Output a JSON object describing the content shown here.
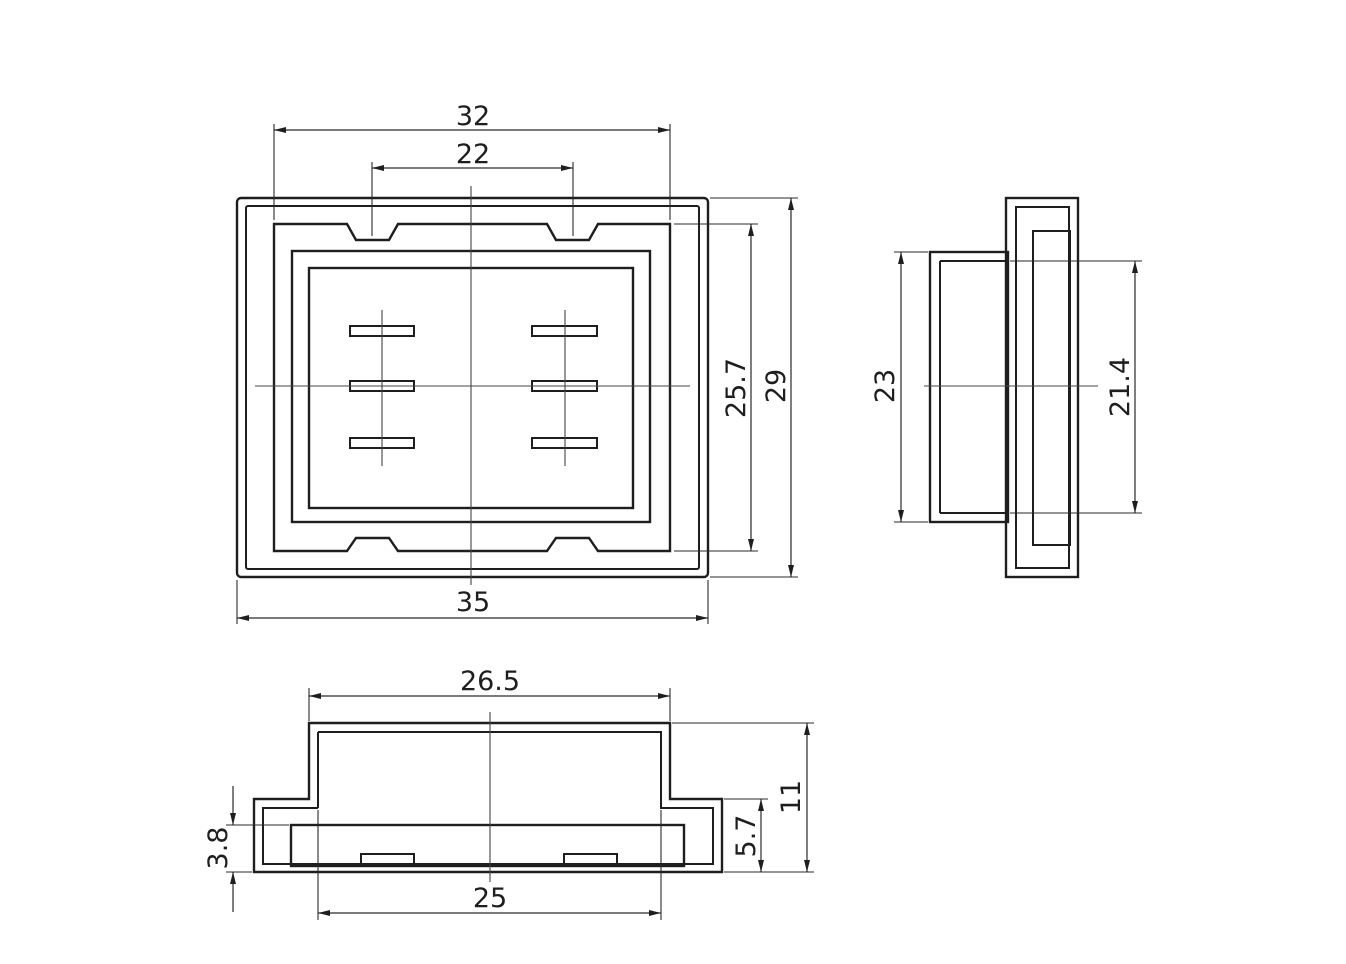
{
  "colors": {
    "line": "#1e1e1e",
    "background": "#ffffff"
  },
  "front_view": {
    "dimensions": {
      "top_width": "32",
      "slot_spacing": "22",
      "bottom_width": "35",
      "inner_height": "25.7",
      "outer_height": "29"
    }
  },
  "side_view": {
    "dimensions": {
      "body_height": "23",
      "inner_height": "21.4"
    }
  },
  "bottom_view": {
    "dimensions": {
      "top_width": "26.5",
      "bottom_width": "25",
      "total_height": "11",
      "flange_height": "5.7",
      "base_height": "3.8"
    }
  }
}
